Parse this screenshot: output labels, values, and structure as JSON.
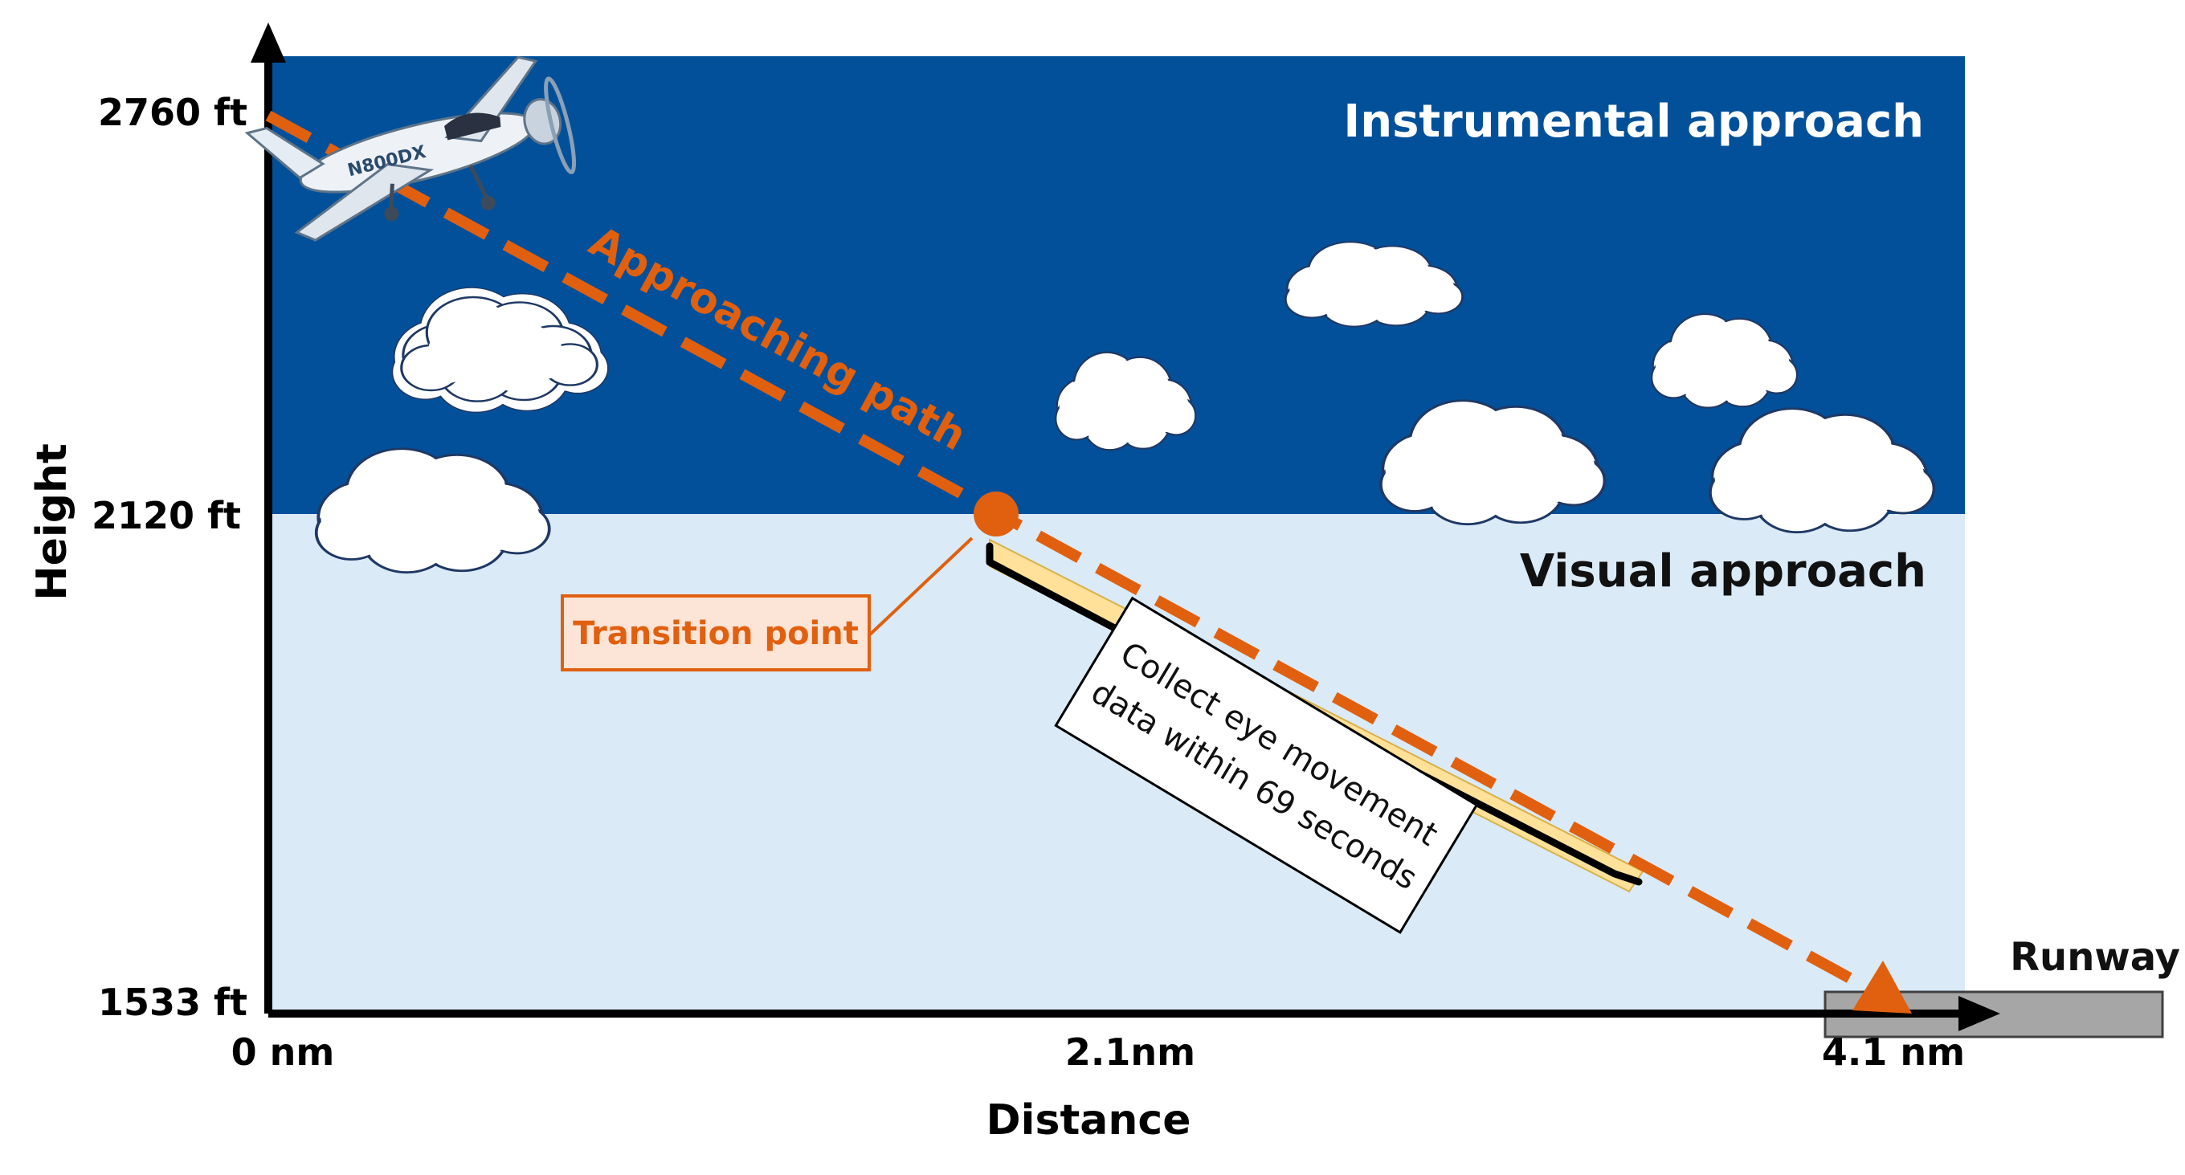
{
  "axes": {
    "y_title": "Height",
    "x_title": "Distance",
    "y_ticks": [
      "2760 ft",
      "2120 ft",
      "1533 ft"
    ],
    "x_ticks": [
      "0 nm",
      "2.1nm",
      "4.1 nm"
    ]
  },
  "zones": {
    "instrumental": "Instrumental approach",
    "visual": "Visual approach"
  },
  "path_label": "Approaching path",
  "transition_label": "Transition point",
  "runway_label": "Runway",
  "aircraft_registration": "N800DX",
  "collect_note": [
    "Collect eye movement",
    "data within 69 seconds"
  ],
  "colors": {
    "instrumental_sky": "#03509A",
    "visual_sky": "#DAEAF7",
    "path": "#E0600F",
    "highlight": "#FFE199",
    "runway": "#A6A6A6",
    "callout_fill": "#FCE4D6"
  }
}
